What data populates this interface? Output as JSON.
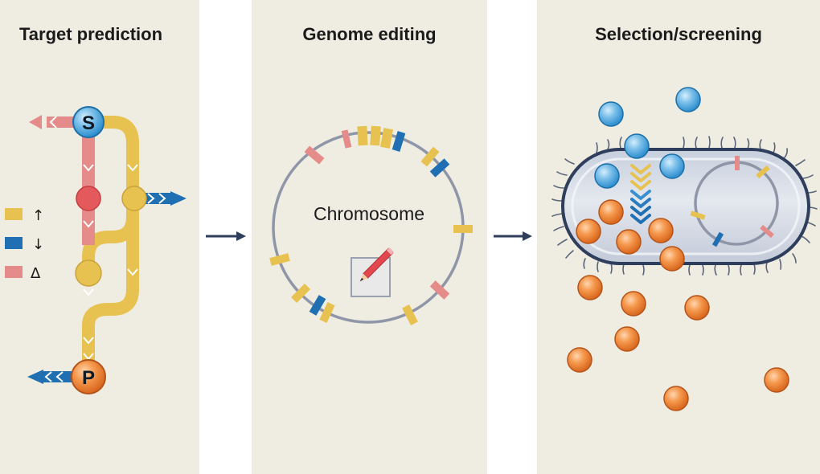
{
  "panels": [
    {
      "title": "Target prediction"
    },
    {
      "title": "Genome editing"
    },
    {
      "title": "Selection/screening"
    }
  ],
  "metabolic_network": {
    "substrate_label": "S",
    "product_label": "P",
    "legend": [
      {
        "color": "#e8c250",
        "symbol": "↑"
      },
      {
        "color": "#1f6fb2",
        "symbol": "↓"
      },
      {
        "color": "#e58c8a",
        "symbol": "Δ"
      }
    ]
  },
  "chromosome": {
    "label": "Chromosome"
  },
  "colors": {
    "panel_bg": "#efede2",
    "yellow": "#e8c250",
    "blue": "#1f6fb2",
    "pink": "#e58c8a",
    "substrate": "#5aaee0",
    "product": "#f08a3c",
    "ring": "#8e96a8"
  },
  "icons": [
    "pencil-icon",
    "arrow-right-icon",
    "chevron-icon"
  ]
}
